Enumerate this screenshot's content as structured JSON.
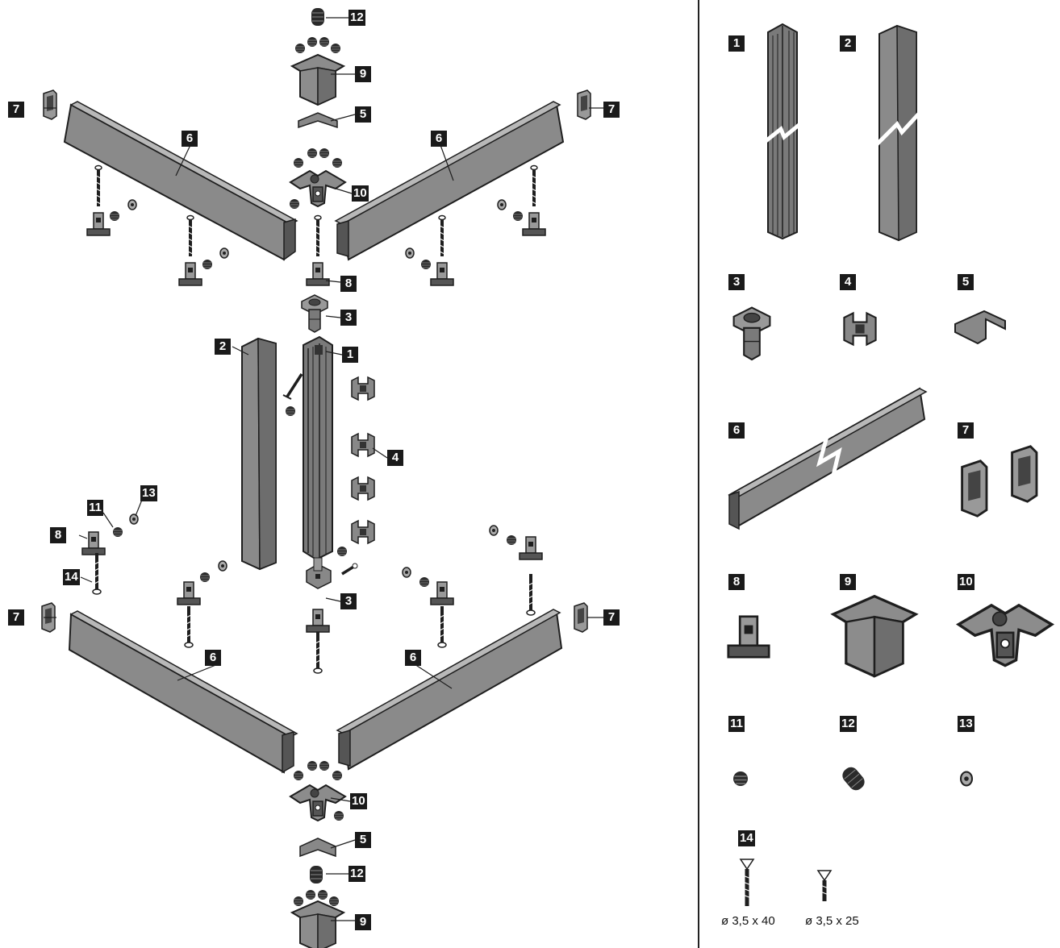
{
  "numbers": [
    "1",
    "2",
    "3",
    "4",
    "5",
    "6",
    "7",
    "8",
    "9",
    "10",
    "11",
    "12",
    "13",
    "14"
  ],
  "screws": {
    "long_label": "ø 3,5 x 40",
    "short_label": "ø 3,5 x 25"
  },
  "colors": {
    "part_fill": "#8a8a8a",
    "part_dark": "#3a3a3a",
    "part_light": "#b5b5b5",
    "tag_bg": "#1a1a1a",
    "tag_text": "#ffffff"
  }
}
